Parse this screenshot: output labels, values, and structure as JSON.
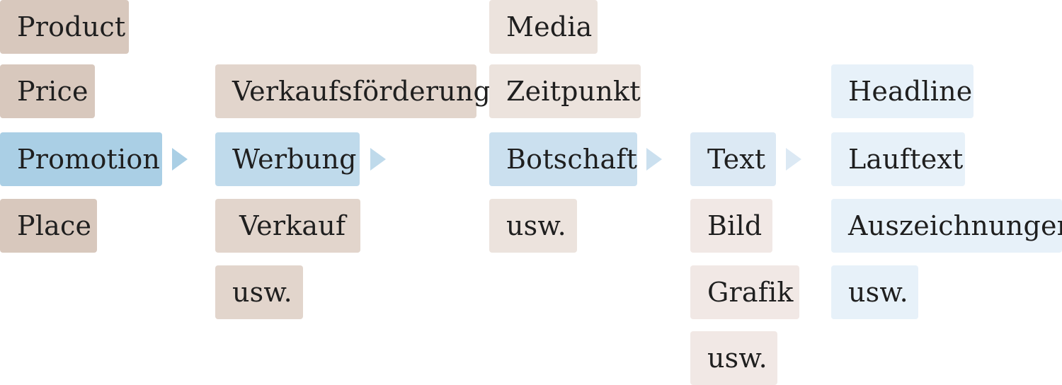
{
  "columns": [
    {
      "items": [
        "Product",
        "Price",
        "Promotion",
        "Place"
      ],
      "active": "Promotion"
    },
    {
      "items": [
        "Verkaufsförderung",
        "Werbung",
        "Verkauf",
        "usw."
      ],
      "active": "Werbung"
    },
    {
      "items": [
        "Media",
        "Zeitpunkt",
        "Botschaft",
        "usw."
      ],
      "active": "Botschaft"
    },
    {
      "items": [
        "Text",
        "Bild",
        "Grafik",
        "usw."
      ],
      "active": "Text"
    },
    {
      "items": [
        "Headline",
        "Lauftext",
        "Auszeichnungen",
        "usw."
      ]
    }
  ],
  "colors": {
    "beige": "#d8c8bd",
    "blue_active": "#aacfe5",
    "arrow": "#b9d6ea"
  }
}
